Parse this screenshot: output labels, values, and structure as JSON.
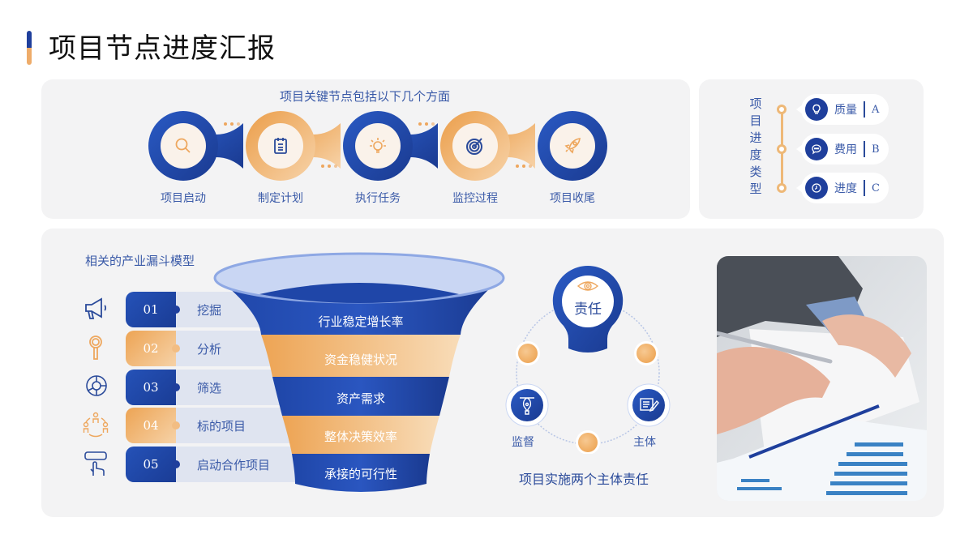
{
  "header": {
    "title": "项目节点进度汇报"
  },
  "nodes_panel": {
    "subtitle": "项目关键节点包括以下几个方面",
    "nodes": [
      {
        "label": "项目启动",
        "icon": "search-icon",
        "ring": "blue"
      },
      {
        "label": "制定计划",
        "icon": "clipboard-icon",
        "ring": "orange"
      },
      {
        "label": "执行任务",
        "icon": "lightbulb-icon",
        "ring": "blue"
      },
      {
        "label": "监控过程",
        "icon": "target-icon",
        "ring": "orange"
      },
      {
        "label": "项目收尾",
        "icon": "rocket-icon",
        "ring": "blue"
      }
    ]
  },
  "progress_types": {
    "title": "项目进度类型",
    "title_chars": [
      "项",
      "目",
      "进",
      "度",
      "类",
      "型"
    ],
    "items": [
      {
        "label": "质量",
        "letter": "A",
        "icon": "lightbulb-icon"
      },
      {
        "label": "费用",
        "letter": "B",
        "icon": "chat-bubble-icon"
      },
      {
        "label": "进度",
        "letter": "C",
        "icon": "clock-icon"
      }
    ]
  },
  "funnel_model": {
    "title": "相关的产业漏斗模型",
    "steps": [
      {
        "num": "01",
        "label": "挖掘",
        "icon": "megaphone-icon",
        "color": "blue"
      },
      {
        "num": "02",
        "label": "分析",
        "icon": "magnifier-icon",
        "color": "orange"
      },
      {
        "num": "03",
        "label": "筛选",
        "icon": "pie-chart-icon",
        "color": "blue"
      },
      {
        "num": "04",
        "label": "标的项目",
        "icon": "people-network-icon",
        "color": "orange"
      },
      {
        "num": "05",
        "label": "启动合作项目",
        "icon": "payment-click-icon",
        "color": "blue"
      }
    ],
    "layers": [
      "行业稳定增长率",
      "资金稳健状况",
      "资产需求",
      "整体决策效率",
      "承接的可行性"
    ]
  },
  "responsibility": {
    "center_label": "责任",
    "left_label": "监督",
    "right_label": "主体",
    "caption": "项目实施两个主体责任"
  },
  "colors": {
    "blue": "#1f3f9c",
    "blue_light": "#2552b8",
    "orange": "#eda454",
    "panel": "#f3f3f4",
    "text_blue": "#3a5aa8"
  }
}
